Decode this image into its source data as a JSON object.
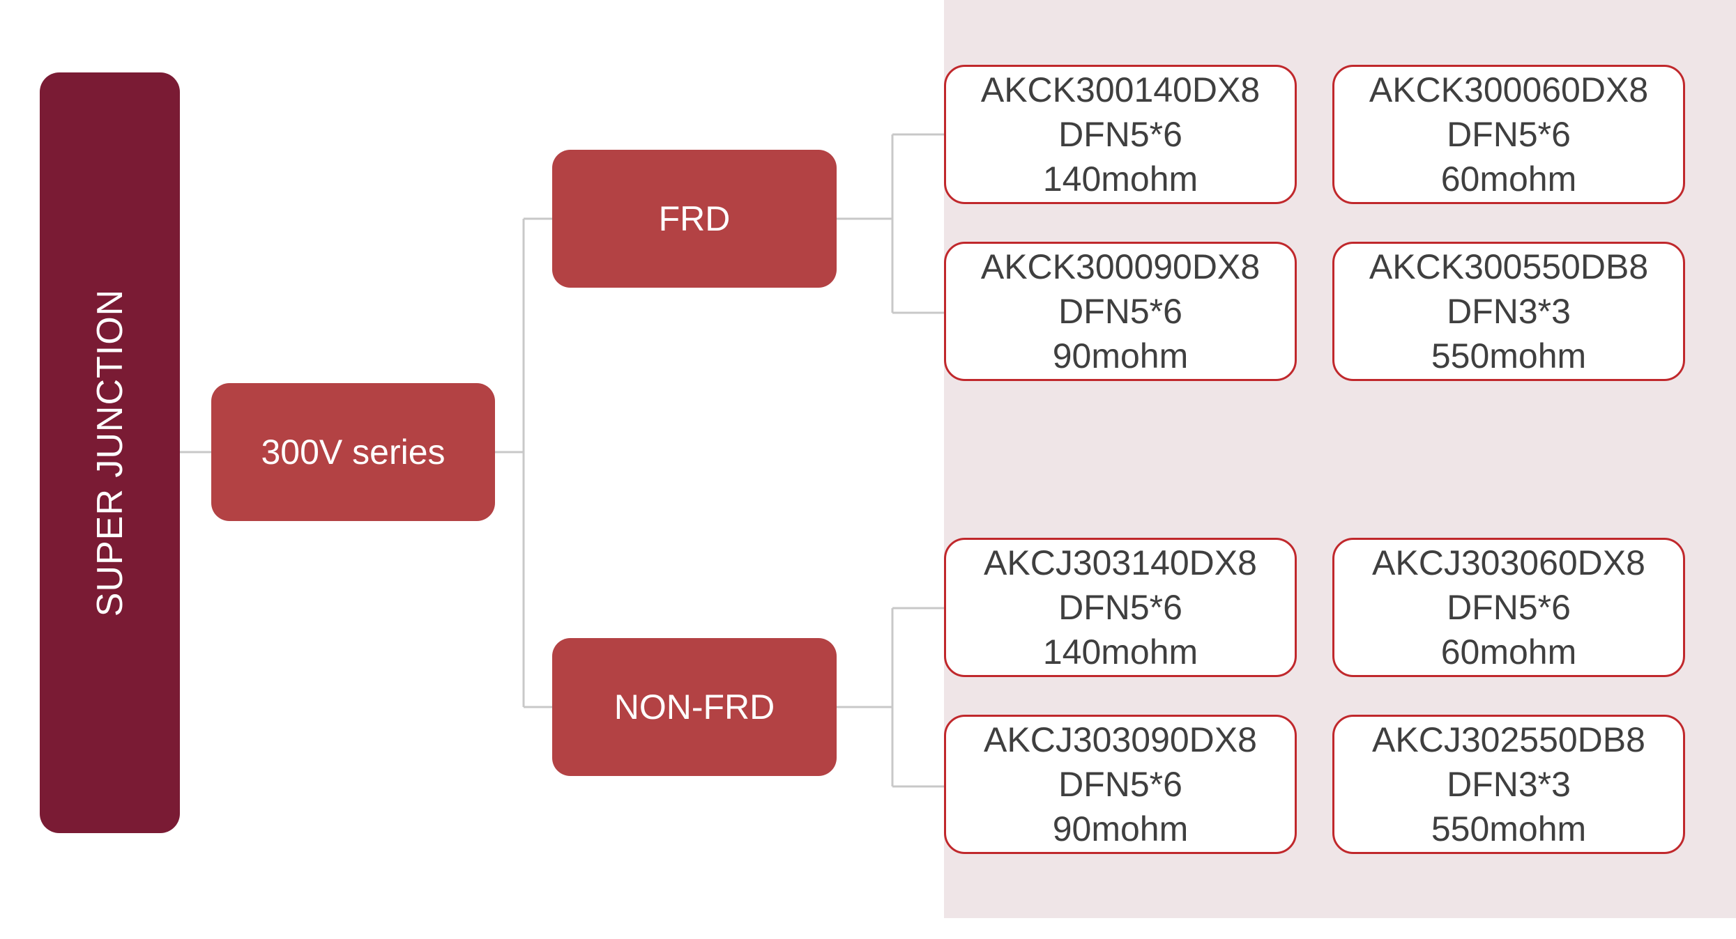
{
  "root": {
    "label": "SUPER JUNCTION"
  },
  "series": {
    "label": "300V series"
  },
  "branches": {
    "frd": {
      "label": "FRD",
      "products": [
        {
          "part": "AKCK300140DX8",
          "package": "DFN5*6",
          "resistance": "140mohm"
        },
        {
          "part": "AKCK300060DX8",
          "package": "DFN5*6",
          "resistance": "60mohm"
        },
        {
          "part": "AKCK300090DX8",
          "package": "DFN5*6",
          "resistance": "90mohm"
        },
        {
          "part": "AKCK300550DB8",
          "package": "DFN3*3",
          "resistance": "550mohm"
        }
      ]
    },
    "nonfrd": {
      "label": "NON-FRD",
      "products": [
        {
          "part": "AKCJ303140DX8",
          "package": "DFN5*6",
          "resistance": "140mohm"
        },
        {
          "part": "AKCJ303060DX8",
          "package": "DFN5*6",
          "resistance": "60mohm"
        },
        {
          "part": "AKCJ303090DX8",
          "package": "DFN5*6",
          "resistance": "90mohm"
        },
        {
          "part": "AKCJ302550DB8",
          "package": "DFN3*3",
          "resistance": "550mohm"
        }
      ]
    }
  },
  "colors": {
    "root_fill": "#7A1B34",
    "node_fill": "#B34244",
    "product_border": "#C0282C",
    "panel_background": "#EFE5E7",
    "connector": "#C8C8C8"
  }
}
